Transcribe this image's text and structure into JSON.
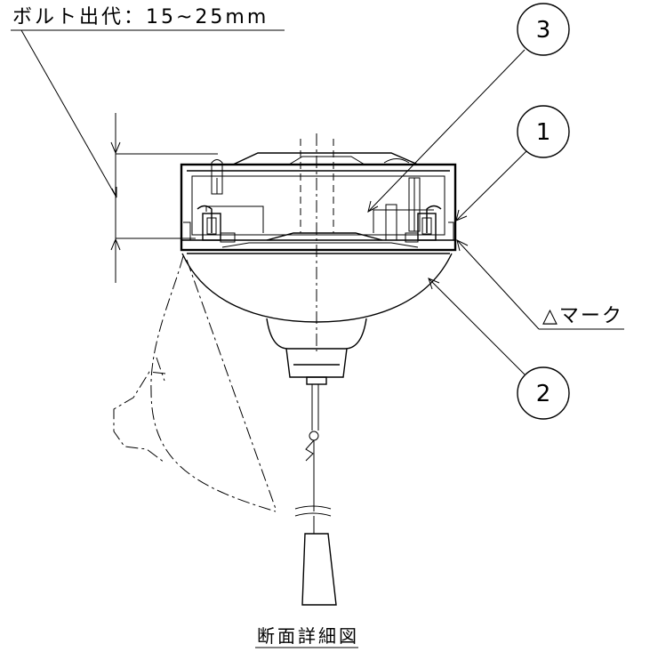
{
  "drawing": {
    "bolt_protrusion_label": "ボルト出代：15~25mm",
    "mark_label": "△マーク",
    "caption": "断面詳細図",
    "callouts": [
      {
        "number": "3"
      },
      {
        "number": "1"
      },
      {
        "number": "2"
      }
    ]
  }
}
